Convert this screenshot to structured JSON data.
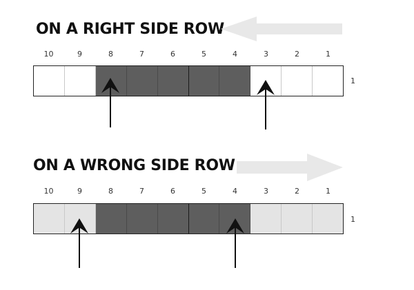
{
  "colors": {
    "worked": "#5e5e5e",
    "unworked_right_side": "#ffffff",
    "unworked_wrong_side": "#e4e4e4",
    "direction_arrow": "#e8e8e8",
    "pointer": "#111111"
  },
  "right_side": {
    "title": "ON A RIGHT SIDE ROW",
    "direction": "right-to-left",
    "stitch_numbers": [
      "10",
      "9",
      "8",
      "7",
      "6",
      "5",
      "4",
      "3",
      "2",
      "1"
    ],
    "row_number": "1",
    "worked_stitches": [
      "8",
      "7",
      "6",
      "5",
      "4"
    ],
    "pointer_stitches": [
      "8",
      "3"
    ]
  },
  "wrong_side": {
    "title": "ON A WRONG SIDE ROW",
    "direction": "left-to-right",
    "stitch_numbers": [
      "10",
      "9",
      "8",
      "7",
      "6",
      "5",
      "4",
      "3",
      "2",
      "1"
    ],
    "row_number": "1",
    "worked_stitches": [
      "8",
      "7",
      "6",
      "5",
      "4"
    ],
    "pointer_stitches": [
      "9",
      "4"
    ]
  }
}
